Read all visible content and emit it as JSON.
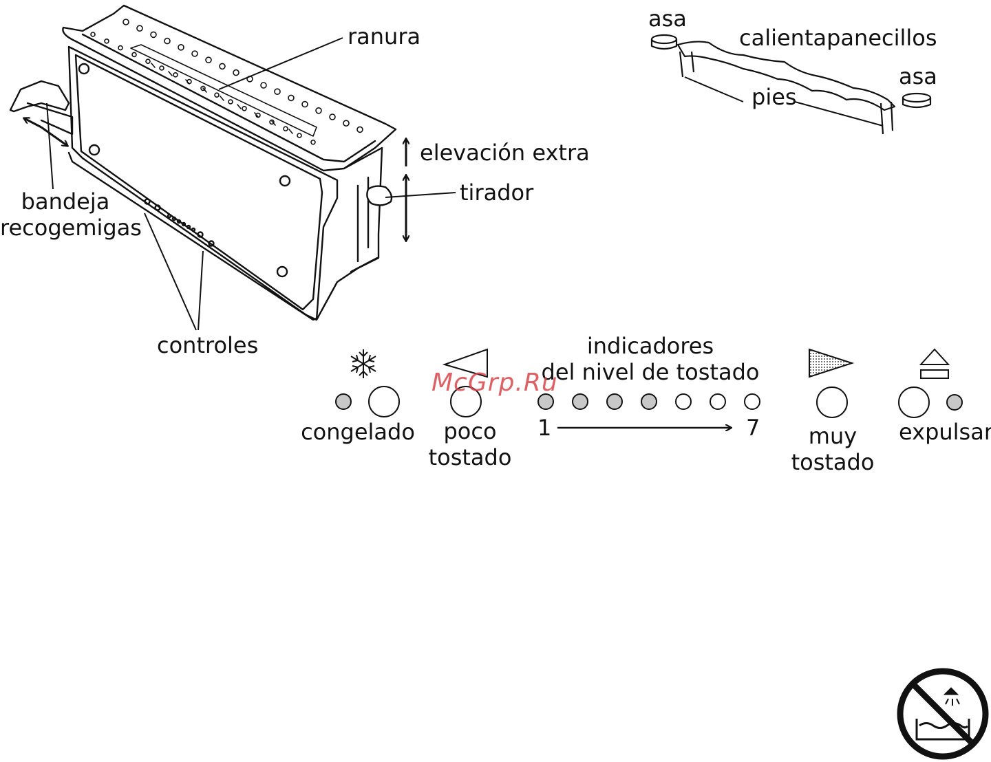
{
  "labels": {
    "ranura": "ranura",
    "elevacion": "elevación extra",
    "tirador": "tirador",
    "bandeja_1": "bandeja",
    "bandeja_2": "recogemigas",
    "controles": "controles",
    "asa_left": "asa",
    "asa_right": "asa",
    "calientapanecillos": "calientapanecillos",
    "pies": "pies",
    "indicadores_1": "indicadores",
    "indicadores_2": "del nivel de tostado",
    "congelado": "congelado",
    "poco_1": "poco",
    "poco_2": "tostado",
    "muy_1": "muy",
    "muy_2": "tostado",
    "expulsar": "expulsar",
    "scale_min": "1",
    "scale_max": "7"
  },
  "watermark": "McGrp.Ru",
  "icons": {
    "frozen": "snowflake-icon",
    "light": "light-toast-triangle-icon",
    "dark": "dark-toast-triangle-icon",
    "eject": "eject-icon",
    "warning": "no-water-immersion-icon"
  },
  "colors": {
    "line": "#111111",
    "led": "#c8c8c8",
    "watermark": "#d8454a"
  }
}
